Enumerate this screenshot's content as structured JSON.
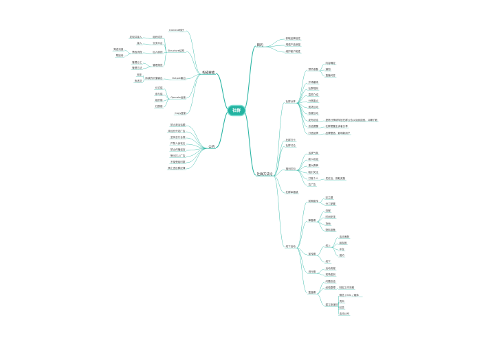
{
  "root": "社群",
  "right": [
    {
      "id": "goal",
      "label": "目的",
      "children": [
        {
          "label": "获取品牌信任"
        },
        {
          "label": "增强产品销量"
        },
        {
          "label": "维护客户黏性"
        }
      ]
    },
    {
      "id": "cycle",
      "label": "社群方法论",
      "children": [
        {
          "label": "社群分享",
          "children": [
            {
              "label": "预热准备",
              "children": [
                {
                  "label": "内容确定"
                },
                {
                  "label": "通知"
                },
                {
                  "label": "直播问答"
                }
              ]
            },
            {
              "label": "开场暖场"
            },
            {
              "label": "社群规则"
            },
            {
              "label": "嘉宾介绍"
            },
            {
              "label": "分享要点"
            },
            {
              "label": "现场互动"
            },
            {
              "label": "答疑互动"
            },
            {
              "label": "发布总结",
              "children": [
                {
                  "label": "提炼分享精华放在群公告以及朋友圈，口碑扩散"
                }
              ]
            },
            {
              "label": "总结提醒",
              "children": [
                {
                  "label": "社群提醒主讲者分享"
                }
              ]
            },
            {
              "label": "打造品牌",
              "children": [
                {
                  "label": "品牌塑造、影响新用户"
                }
              ]
            }
          ]
        },
        {
          "label": "社群打卡"
        },
        {
          "label": "社群讨论"
        },
        {
          "label": "福利红包",
          "children": [
            {
              "label": "活跃气氛"
            },
            {
              "label": "新人欢迎"
            },
            {
              "label": "重大喜事"
            },
            {
              "label": "吸引关注"
            },
            {
              "label": "打赏个人",
              "children": [
                {
                  "label": "发红包、赢取奖励"
                }
              ]
            },
            {
              "label": "拉广告"
            }
          ]
        },
        {
          "label": "社群幸福感"
        },
        {
          "label": "线下活动",
          "children": [
            {
              "label": "前期宣传",
              "children": [
                {
                  "label": "定主题"
                },
                {
                  "label": "分工配置"
                }
              ]
            },
            {
              "label": "筹备期",
              "children": [
                {
                  "label": "流程"
                },
                {
                  "label": "时间安排"
                },
                {
                  "label": "场地"
                },
                {
                  "label": "物料准备"
                }
              ]
            },
            {
              "label": "宣传期",
              "children": [
                {
                  "label": "线上",
                  "children": [
                    {
                      "label": "活动海报"
                    },
                    {
                      "label": "朋友圈"
                    },
                    {
                      "label": "平台"
                    },
                    {
                      "label": "邀约"
                    }
                  ]
                },
                {
                  "label": "线下"
                }
              ]
            },
            {
              "label": "进行期",
              "children": [
                {
                  "label": "活动流程"
                },
                {
                  "label": "现场签到"
                }
              ]
            },
            {
              "label": "复盘期",
              "children": [
                {
                  "label": "问题总结"
                },
                {
                  "label": "经验整理",
                  "children": [
                    {
                      "label": "制定工作流程"
                    }
                  ]
                },
                {
                  "label": "建立新媒体",
                  "children": [
                    {
                      "label": "微信 / KOL / 媒体"
                    },
                    {
                      "label": "资料"
                    },
                    {
                      "label": "纪念"
                    },
                    {
                      "label": "活动公司"
                    }
                  ]
                }
              ]
            }
          ]
        }
      ]
    }
  ],
  "left": [
    {
      "id": "elements",
      "label": "构成要素",
      "children": [
        {
          "label": "Interest同好"
        },
        {
          "label": "Structure结构",
          "children": [
            {
              "label": "组织成员",
              "children": [
                {
                  "label": "发现并接入"
                }
              ]
            },
            {
              "label": "交流平台",
              "children": [
                {
                  "label": "接入"
                }
              ]
            },
            {
              "label": "加入原则",
              "children": [
                {
                  "label": "筛选流程",
                  "children": [
                    {
                      "label": "筛选流量"
                    },
                    {
                      "label": "帮接待"
                    }
                  ]
                }
              ]
            },
            {
              "label": "管理规范",
              "children": [
                {
                  "label": "管理分工"
                },
                {
                  "label": "管理方法"
                }
              ]
            }
          ]
        },
        {
          "label": "Output输出",
          "children": [
            {
              "label": "持续的价值输出",
              "children": [
                {
                  "label": "辩手"
                },
                {
                  "label": "陈述员"
                }
              ]
            }
          ]
        },
        {
          "label": "Operate运营",
          "children": [
            {
              "label": "仪式感"
            },
            {
              "label": "参与感"
            },
            {
              "label": "组织感"
            },
            {
              "label": "归属感"
            }
          ]
        },
        {
          "label": "Copy复制"
        }
      ]
    },
    {
      "id": "rules",
      "label": "公约",
      "children": [
        {
          "label": "禁止政治话题"
        },
        {
          "label": "未经允许发广告"
        },
        {
          "label": "坚持言行合规"
        },
        {
          "label": "严禁人身攻击"
        },
        {
          "label": "禁止传播谣言"
        },
        {
          "label": "警示拉人广告"
        },
        {
          "label": "不接受临时群"
        },
        {
          "label": "禁止违反群纪律"
        }
      ]
    }
  ]
}
